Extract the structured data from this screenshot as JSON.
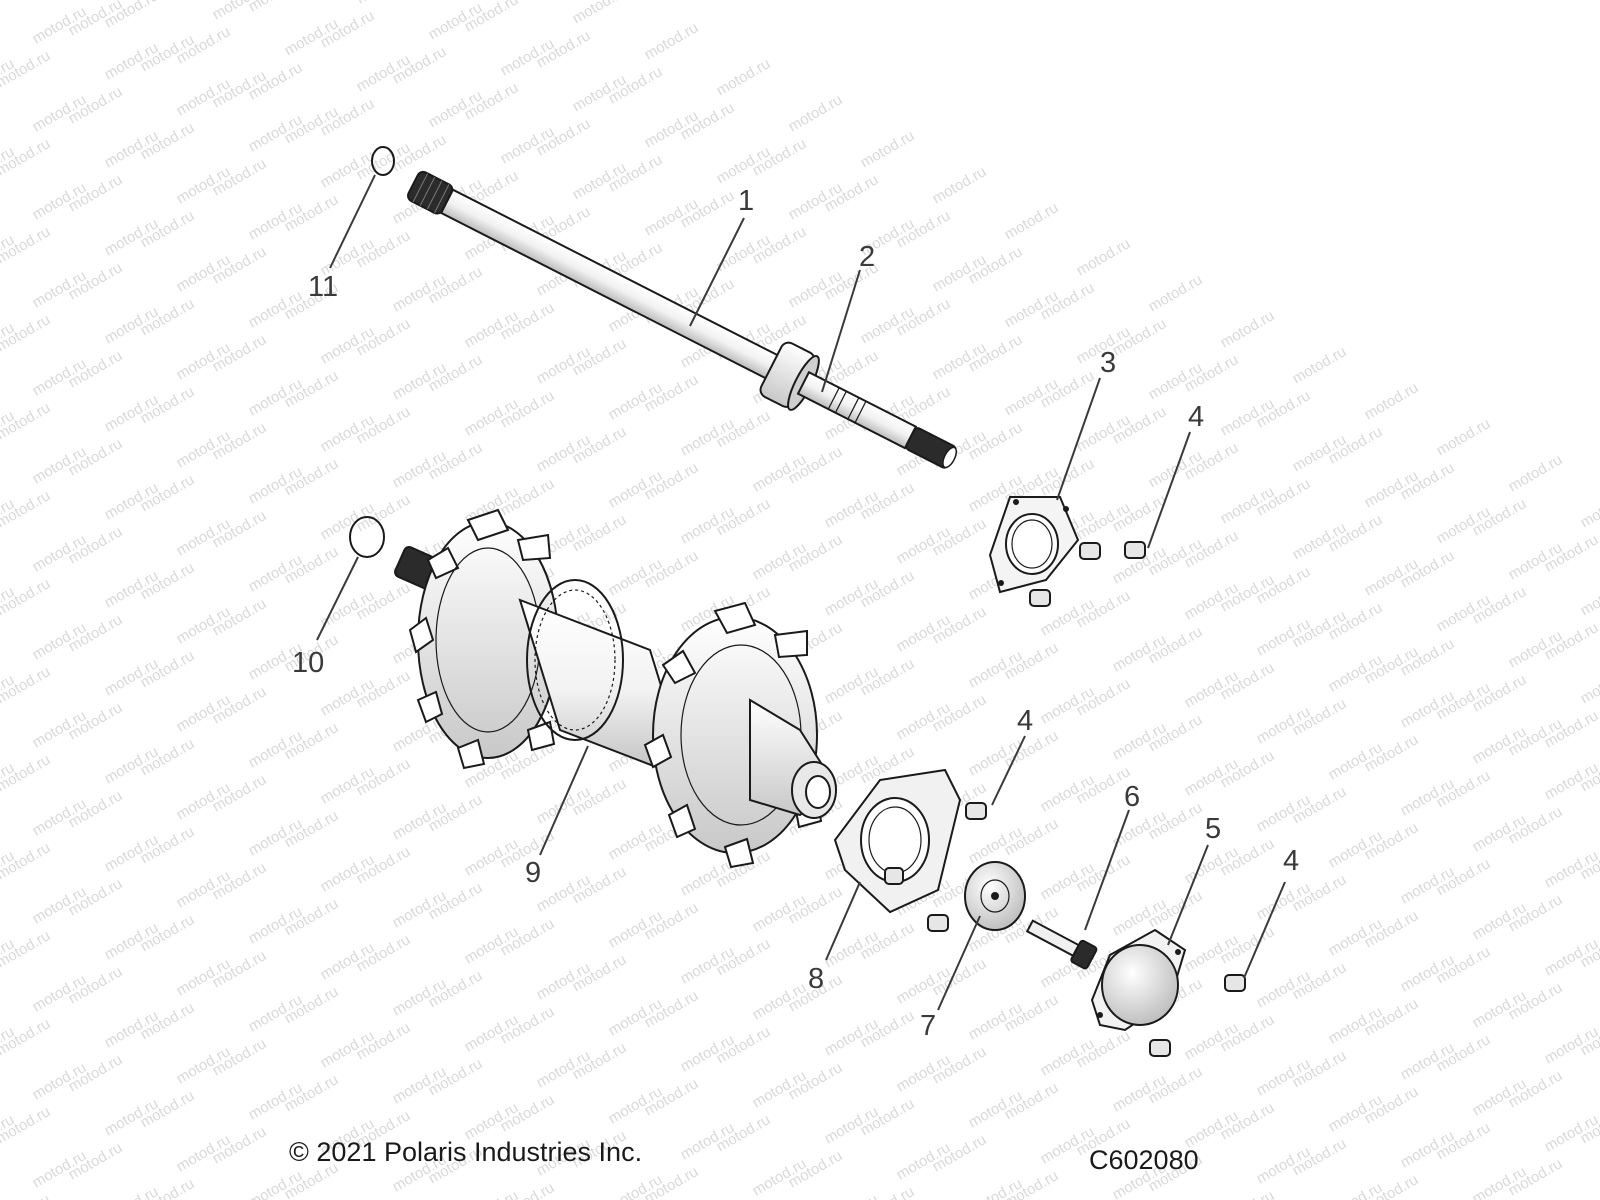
{
  "watermark": {
    "text": "motod.ru",
    "color": "#d9d9d9"
  },
  "callouts": [
    {
      "id": "1",
      "label": "1"
    },
    {
      "id": "2",
      "label": "2"
    },
    {
      "id": "3",
      "label": "3"
    },
    {
      "id": "4a",
      "label": "4"
    },
    {
      "id": "4b",
      "label": "4"
    },
    {
      "id": "4c",
      "label": "4"
    },
    {
      "id": "5",
      "label": "5"
    },
    {
      "id": "6",
      "label": "6"
    },
    {
      "id": "7",
      "label": "7"
    },
    {
      "id": "8",
      "label": "8"
    },
    {
      "id": "9",
      "label": "9"
    },
    {
      "id": "10",
      "label": "10"
    },
    {
      "id": "11",
      "label": "11"
    }
  ],
  "footer": {
    "copyright": "© 2021 Polaris Industries Inc.",
    "drawing_number": "C602080"
  }
}
